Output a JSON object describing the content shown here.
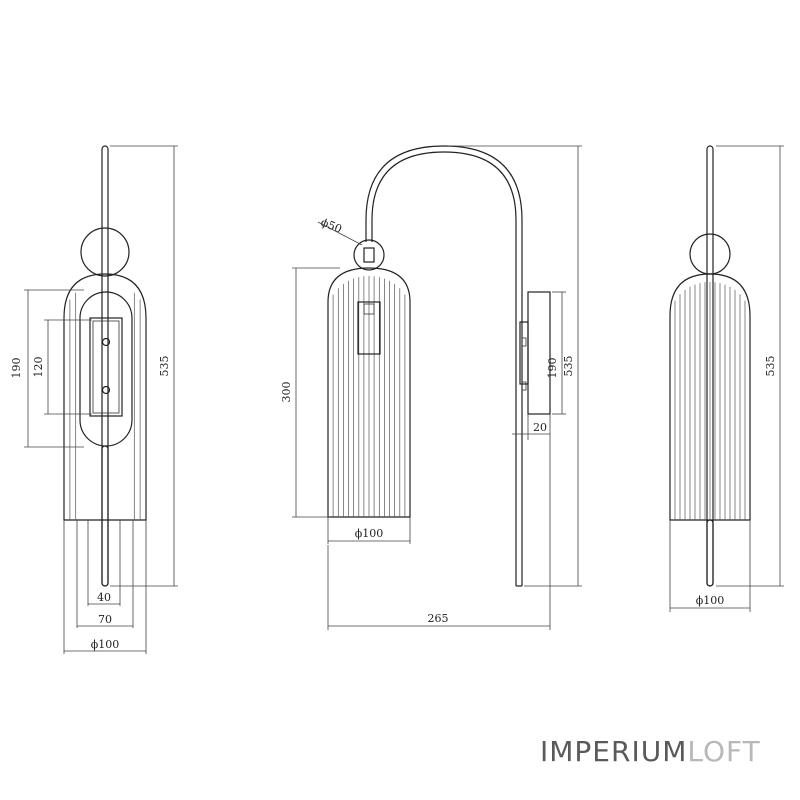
{
  "dimensions": {
    "front": {
      "d190": "190",
      "d120": "120",
      "d535": "535",
      "d40": "40",
      "d70": "70",
      "dphi100": "ϕ100"
    },
    "side": {
      "dphi50": "ϕ50",
      "d300": "300",
      "dphi100": "ϕ100",
      "d190": "190",
      "d535": "535",
      "d20": "20",
      "d265": "265"
    },
    "back": {
      "d535": "535",
      "dphi100": "ϕ100"
    }
  },
  "brand": {
    "part1": "IMPERIUM",
    "part2": "LOFT"
  },
  "colors": {
    "line": "#222222",
    "brand_dark": "#5a5a5a",
    "brand_light": "#b8b8b8"
  }
}
